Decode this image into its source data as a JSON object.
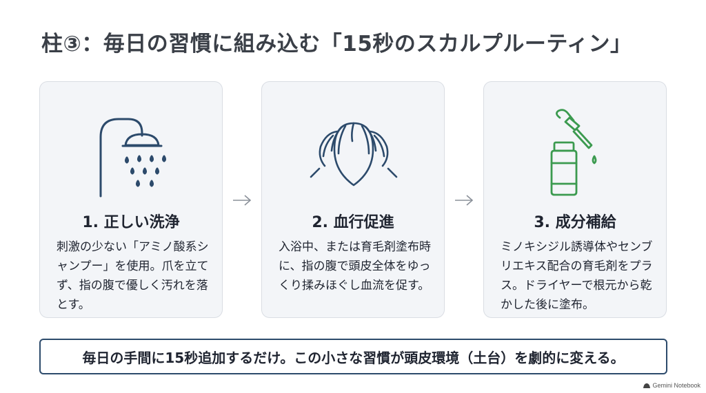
{
  "title": "柱③：毎日の習慣に組み込む「15秒のスカルプルーティン」",
  "colors": {
    "navy": "#2c4a6b",
    "green": "#3b9a4f",
    "card_bg": "#f3f5f8",
    "arrow": "#8a9099"
  },
  "steps": [
    {
      "icon": "shower-icon",
      "heading": "1. 正しい洗浄",
      "body": "刺激の少ない「アミノ酸系シャンプー」を使用。爪を立てず、指の腹で優しく汚れを落とす。"
    },
    {
      "icon": "scalp-massage-icon",
      "heading": "2. 血行促進",
      "body": "入浴中、または育毛剤塗布時に、指の腹で頭皮全体をゆっくり揉みほぐし血流を促す。"
    },
    {
      "icon": "dropper-bottle-icon",
      "heading": "3. 成分補給",
      "body": "ミノキシジル誘導体やセンブリエキス配合の育毛剤をプラス。ドライヤーで根元から乾かした後に塗布。"
    }
  ],
  "footer": "毎日の手間に15秒追加するだけ。この小さな習慣が頭皮環境（土台）を劇的に変える。",
  "brand": "Gemini Notebook"
}
